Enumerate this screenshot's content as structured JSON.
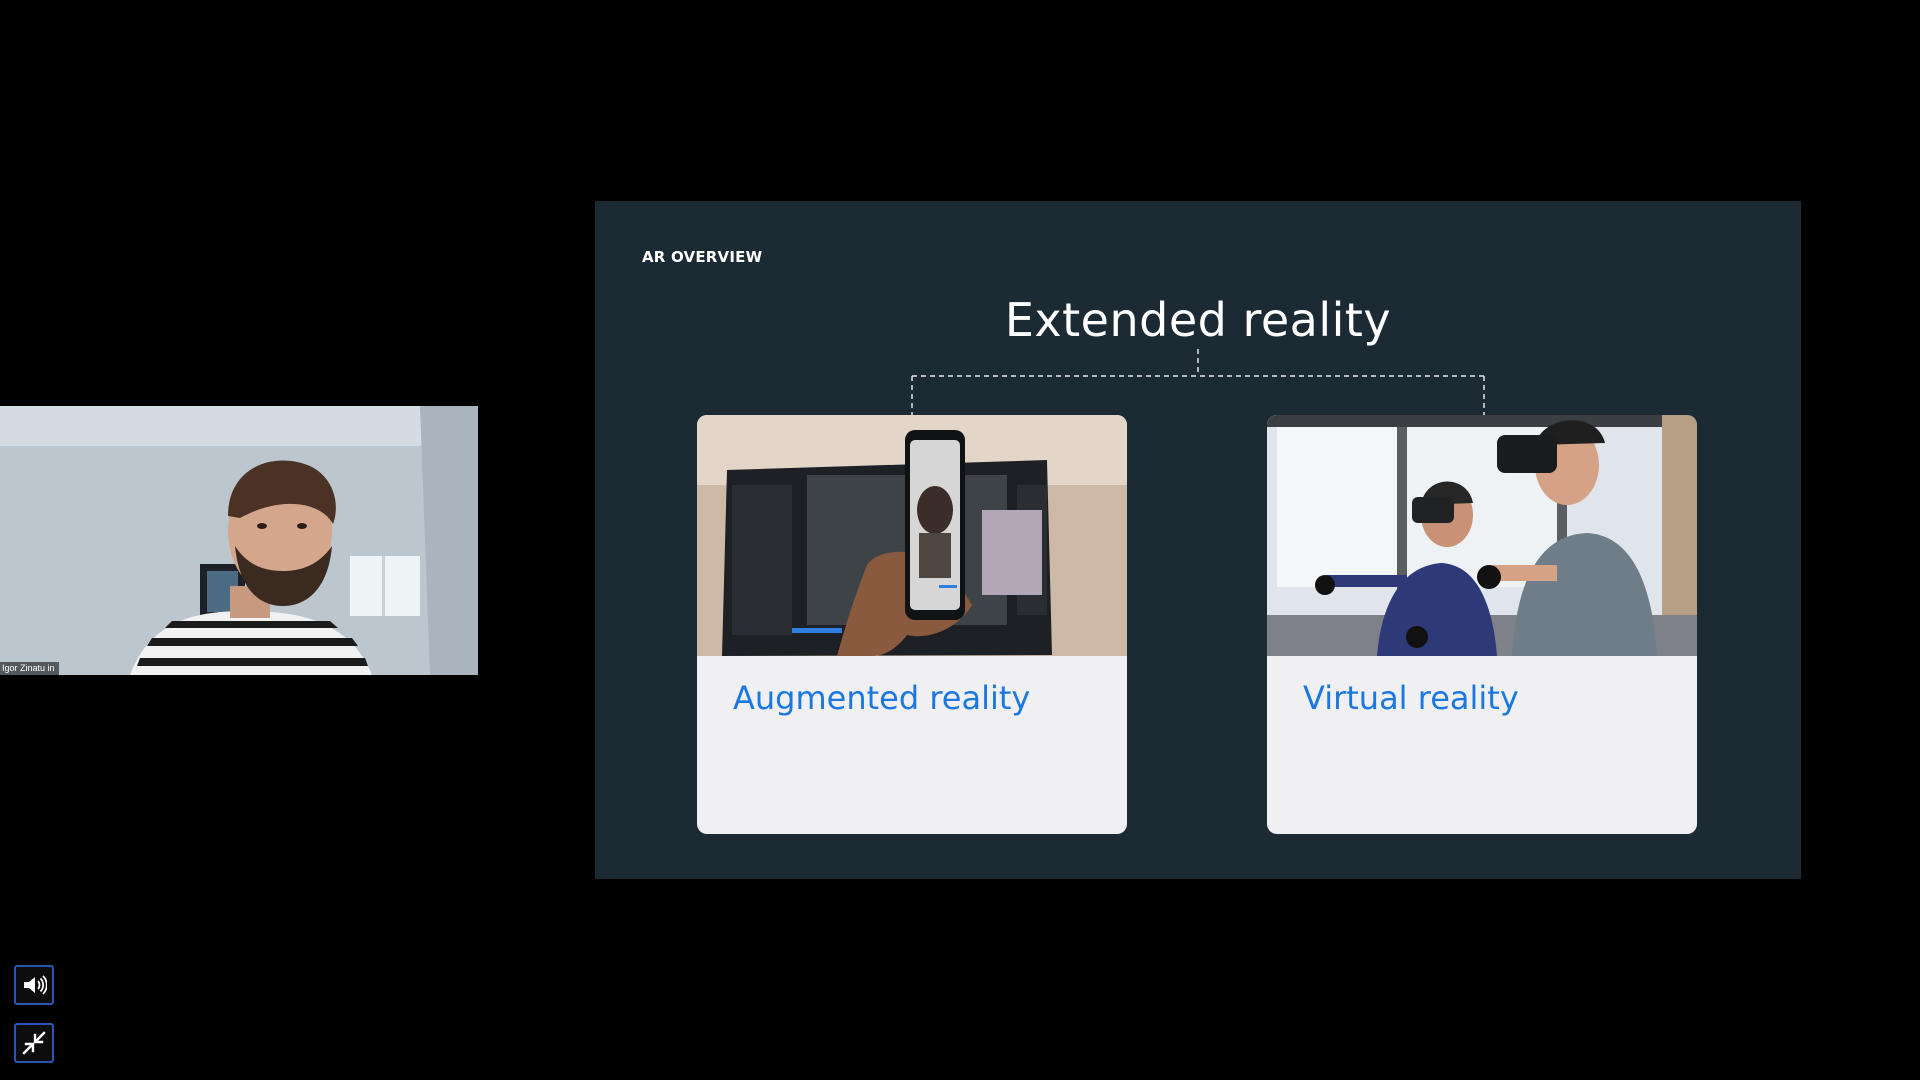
{
  "speaker": {
    "name": "Igor Zinatu in"
  },
  "slide": {
    "kicker": "AR OVERVIEW",
    "title": "Extended reality",
    "cards": [
      {
        "label": "Augmented reality",
        "image": "person-holding-phone-ar-photo"
      },
      {
        "label": "Virtual reality",
        "image": "people-using-vr-headsets-photo"
      }
    ]
  },
  "controls": {
    "audio_icon": "speaker-volume-icon",
    "exit_fullscreen_icon": "shrink-arrows-icon"
  },
  "colors": {
    "slide_background": "#1c2a34",
    "card_background": "#f0eff2",
    "card_label": "#1a78e0",
    "control_border": "#2b55b5"
  }
}
